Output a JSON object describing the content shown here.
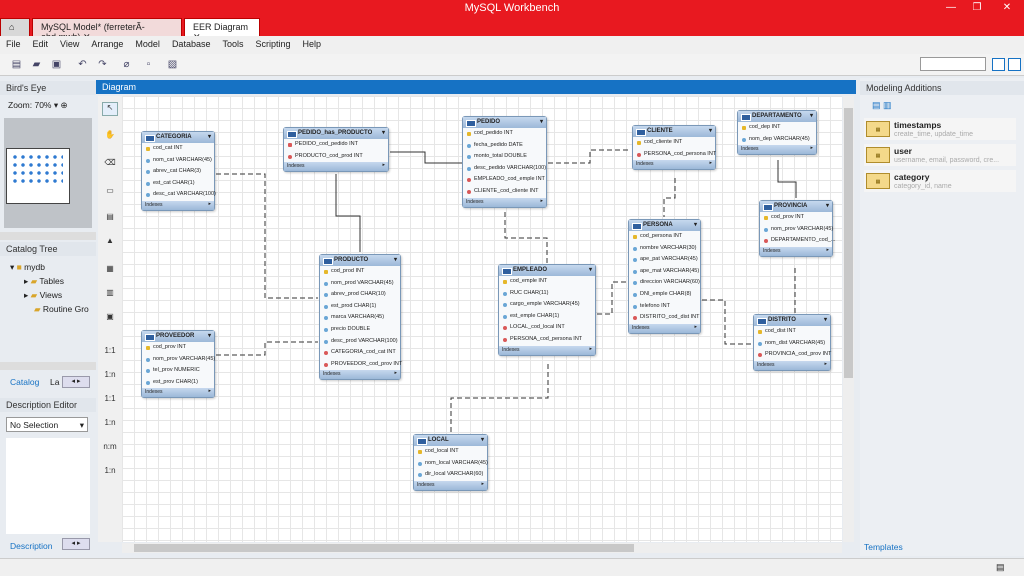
{
  "window": {
    "title": "MySQL Workbench",
    "tabs": [
      "MySQL Model* (ferreterÃ­abd.mwb)",
      "EER Diagram"
    ]
  },
  "menu": [
    "File",
    "Edit",
    "View",
    "Arrange",
    "Model",
    "Database",
    "Tools",
    "Scripting",
    "Help"
  ],
  "left": {
    "birds_eye": "Bird's Eye",
    "zoom_label": "Zoom:",
    "zoom_value": "70%",
    "catalog_tree": "Catalog Tree",
    "tree": [
      "mydb",
      "Tables",
      "Views",
      "Routine Gro"
    ],
    "tab_catalog": "Catalog",
    "tab_layers": "La",
    "desc_editor": "Description Editor",
    "selection": "No Selection",
    "desc_tab": "Description"
  },
  "diagram_title": "Diagram",
  "vtool_labels": [
    "1:1",
    "1:n",
    "1:1",
    "1:n",
    "n:m",
    "1:n"
  ],
  "right": {
    "title": "Modeling Additions",
    "snippets": [
      {
        "name": "timestamps",
        "desc": "create_time, update_time"
      },
      {
        "name": "user",
        "desc": "username, email, password, cre..."
      },
      {
        "name": "category",
        "desc": "category_id, name"
      }
    ],
    "templates_tab": "Templates"
  },
  "tables": {
    "categoria": {
      "name": "CATEGORIA",
      "cols": [
        "cod_cat INT",
        "nom_cat VARCHAR(45)",
        "abrev_cat CHAR(3)",
        "est_cat CHAR(1)",
        "desc_cat VARCHAR(100)"
      ]
    },
    "pedido_prod": {
      "name": "PEDIDO_has_PRODUCTO",
      "cols": [
        "PEDIDO_cod_pedido INT",
        "PRODUCTO_cod_prod INT"
      ]
    },
    "pedido": {
      "name": "PEDIDO",
      "cols": [
        "cod_pedido INT",
        "fecha_pedido DATE",
        "monto_total DOUBLE",
        "desc_pedido VARCHAR(100)",
        "EMPLEADO_cod_emple INT",
        "CLIENTE_cod_cliente INT"
      ]
    },
    "cliente": {
      "name": "CLIENTE",
      "cols": [
        "cod_cliente INT",
        "PERSONA_cod_persona INT"
      ]
    },
    "departamento": {
      "name": "DEPARTAMENTO",
      "cols": [
        "cod_dep INT",
        "nom_dep VARCHAR(45)"
      ]
    },
    "provincia": {
      "name": "PROVINCIA",
      "cols": [
        "cod_prov INT",
        "nom_prov VARCHAR(45)",
        "DEPARTAMENTO_cod_..."
      ]
    },
    "persona": {
      "name": "PERSONA",
      "cols": [
        "cod_persona INT",
        "nombre VARCHAR(30)",
        "ape_pat VARCHAR(45)",
        "ape_mat VARCHAR(45)",
        "direccion VARCHAR(60)",
        "DNI_emple CHAR(8)",
        "telefono INT",
        "DISTRITO_cod_dist INT"
      ]
    },
    "empleado": {
      "name": "EMPLEADO",
      "cols": [
        "cod_emple INT",
        "RUC CHAR(11)",
        "cargo_emple VARCHAR(45)",
        "est_emple CHAR(1)",
        "LOCAL_cod_local INT",
        "PERSONA_cod_persona INT"
      ]
    },
    "producto": {
      "name": "PRODUCTO",
      "cols": [
        "cod_prod INT",
        "nom_prod VARCHAR(45)",
        "abrev_prod CHAR(10)",
        "est_prod CHAR(1)",
        "marca VARCHAR(45)",
        "precio DOUBLE",
        "desc_prod VARCHAR(100)",
        "CATEGORIA_cod_cat INT",
        "PROVEEDOR_cod_prov INT"
      ]
    },
    "proveedor": {
      "name": "PROVEEDOR",
      "cols": [
        "cod_prov INT",
        "nom_prov VARCHAR(45)",
        "tel_prov NUMERIC",
        "est_prov CHAR(1)"
      ]
    },
    "distrito": {
      "name": "DISTRITO",
      "cols": [
        "cod_dist INT",
        "nom_dist VARCHAR(45)",
        "PROVINCIA_cod_prov INT"
      ]
    },
    "local": {
      "name": "LOCAL",
      "cols": [
        "cod_local INT",
        "nom_local VARCHAR(45)",
        "dir_local VARCHAR(60)"
      ]
    }
  },
  "indexes_label": "Indexes",
  "colors": {
    "titlebar": "#e81920",
    "accent": "#1672c4"
  }
}
